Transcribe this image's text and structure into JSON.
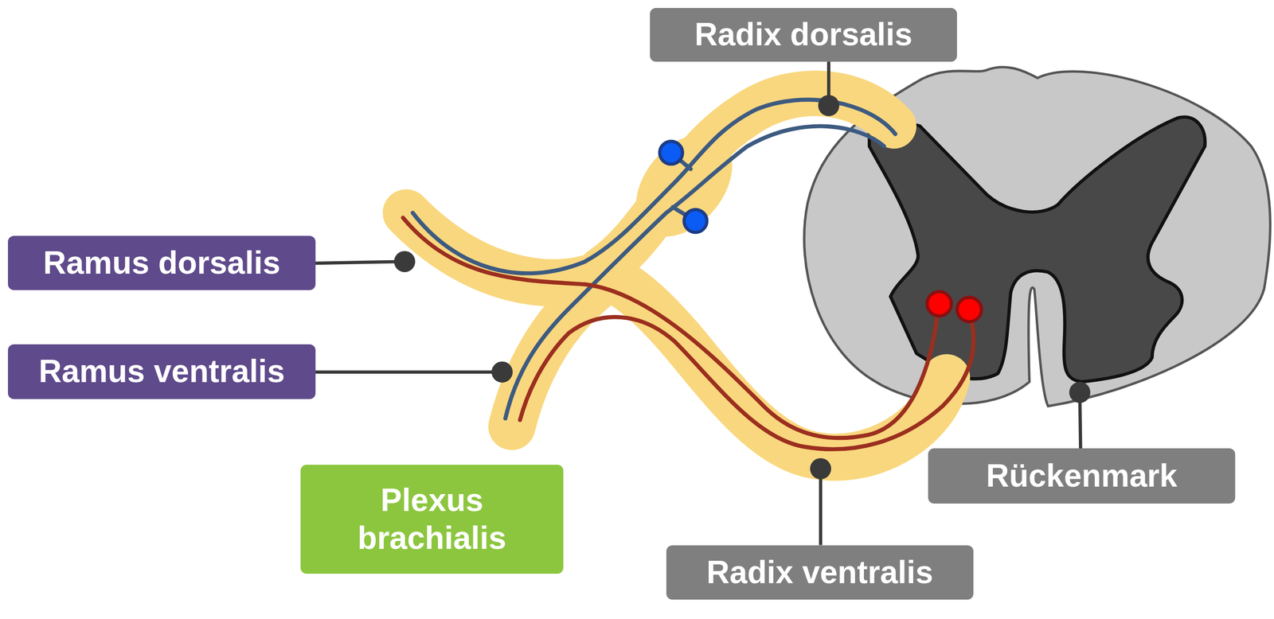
{
  "diagram": {
    "nodes": [
      {
        "text": [
          "Radix dorsalis"
        ]
      },
      {
        "text": [
          "Ramus dorsalis"
        ]
      },
      {
        "text": [
          "Ramus ventralis"
        ]
      },
      {
        "text": [
          "Rückenmark"
        ]
      },
      {
        "text": [
          "Plexus brachialis"
        ]
      },
      {
        "text": [
          "Radix ventralis"
        ]
      }
    ]
  }
}
